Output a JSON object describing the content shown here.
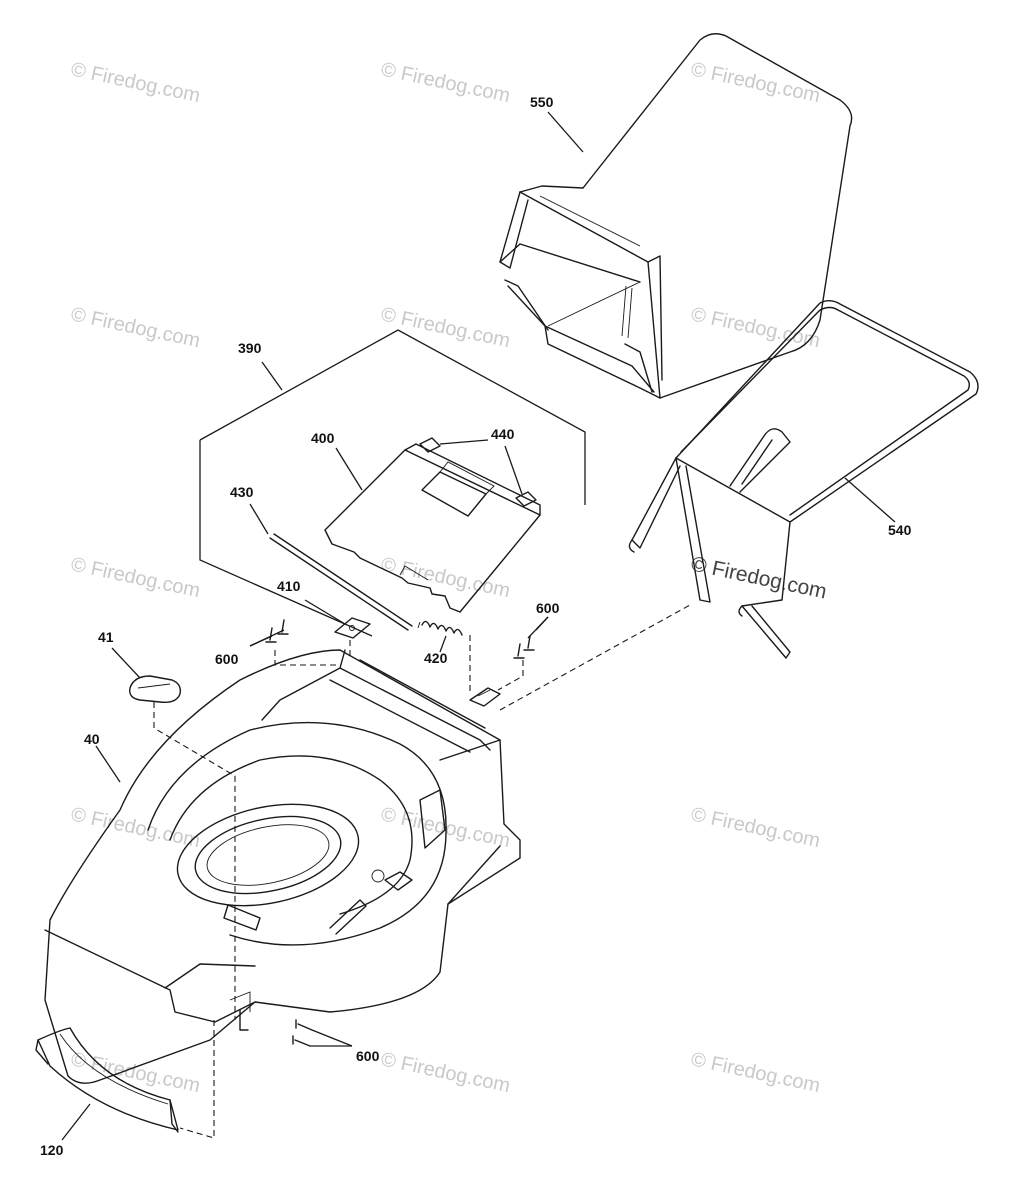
{
  "watermark": {
    "text": "© Firedog.com",
    "color": "#c9c9c9"
  },
  "callouts": {
    "c550": "550",
    "c390": "390",
    "c400": "400",
    "c440": "440",
    "c430": "430",
    "c540": "540",
    "c410": "410",
    "c41": "41",
    "c600a": "600",
    "c420": "420",
    "c600b": "600",
    "c40": "40",
    "c600c": "600",
    "c120": "120"
  }
}
